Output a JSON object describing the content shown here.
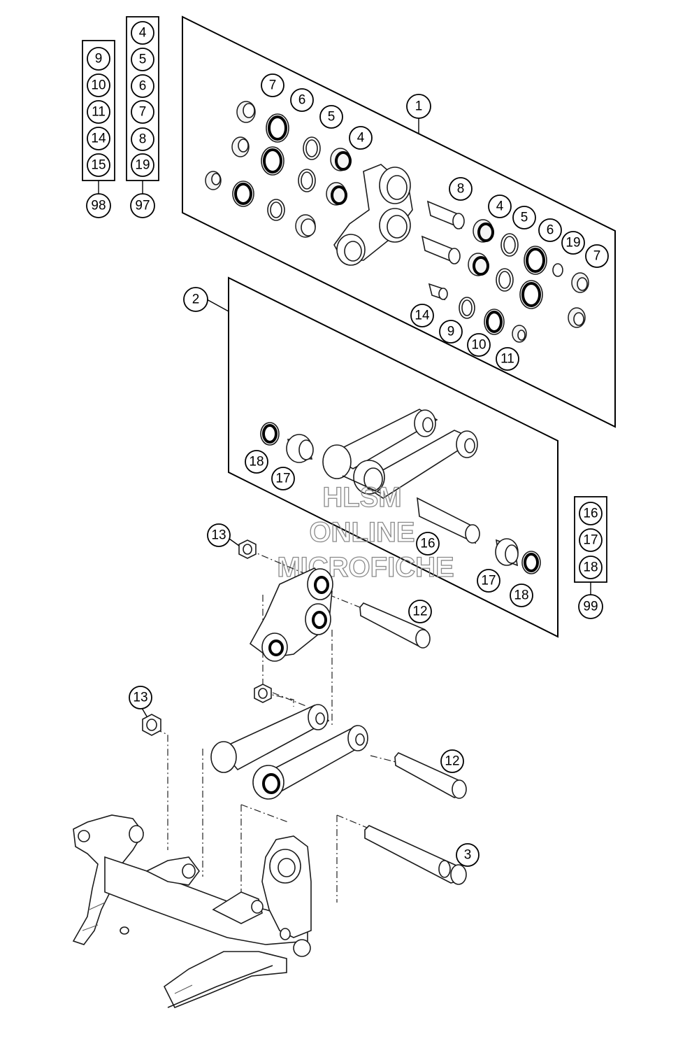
{
  "watermark": {
    "line1": "HLSM",
    "line2": "ONLINE",
    "line3": "MICROFICHE"
  },
  "kit_boxes": [
    {
      "id": "98",
      "items": [
        "9",
        "10",
        "11",
        "14",
        "15"
      ]
    },
    {
      "id": "97",
      "items": [
        "4",
        "5",
        "6",
        "7",
        "8",
        "19"
      ]
    },
    {
      "id": "99",
      "items": [
        "16",
        "17",
        "18"
      ]
    }
  ],
  "panel_kit_1": {
    "label": "1",
    "callouts": [
      "7",
      "6",
      "5",
      "4",
      "8",
      "4",
      "5",
      "6",
      "19",
      "7",
      "14",
      "9",
      "10",
      "11"
    ]
  },
  "panel_kit_2": {
    "label": "2",
    "callouts": [
      "18",
      "17",
      "16",
      "17",
      "18"
    ]
  },
  "assembly_callouts": [
    "13",
    "12",
    "13",
    "12",
    "3"
  ]
}
